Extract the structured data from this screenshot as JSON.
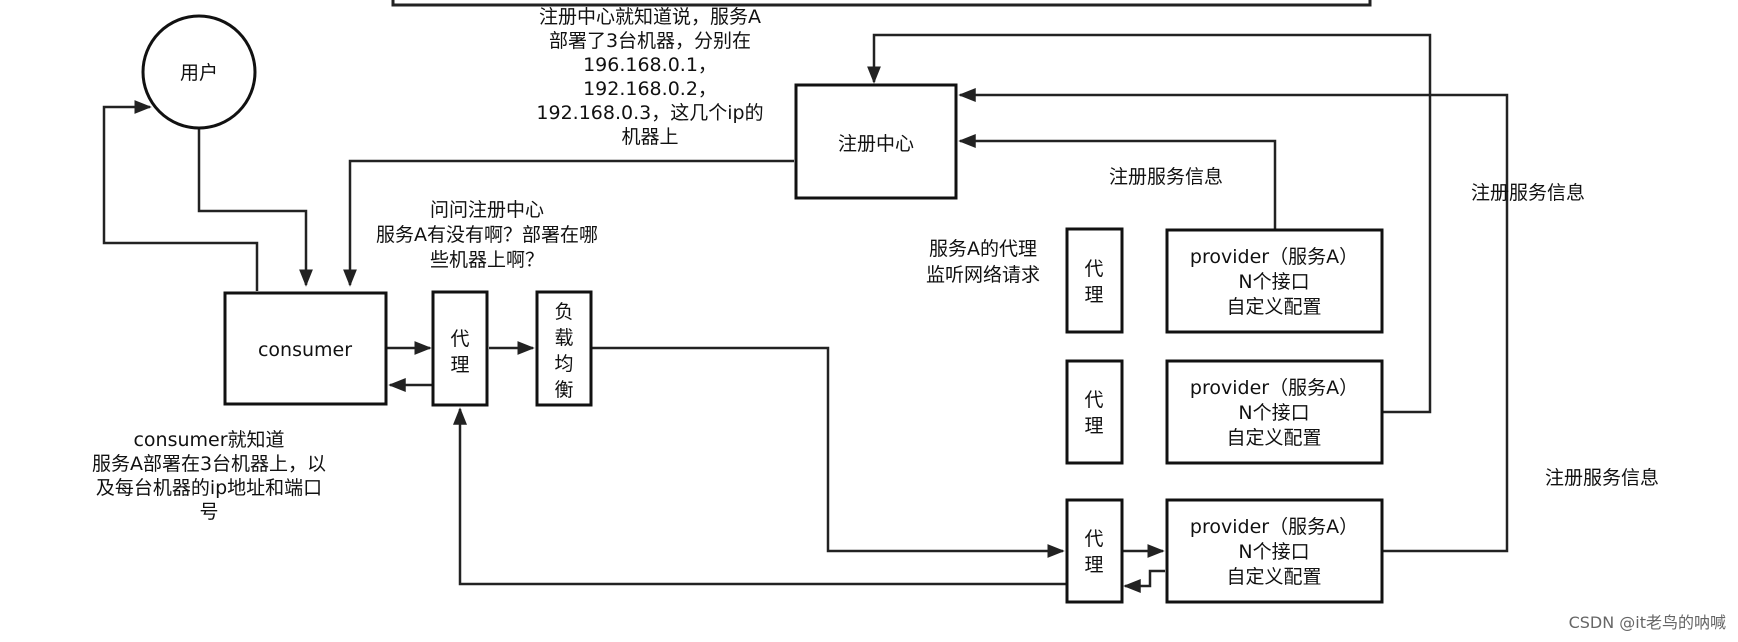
{
  "nodes": {
    "user": "用户",
    "consumer": "consumer",
    "proxy_consumer": [
      "代",
      "理"
    ],
    "load_balancer": [
      "负",
      "载",
      "均",
      "衡"
    ],
    "registry": "注册中心",
    "proxy_provider_1": [
      "代",
      "理"
    ],
    "proxy_provider_2": [
      "代",
      "理"
    ],
    "proxy_provider_3": [
      "代",
      "理"
    ],
    "provider_1": [
      "provider（服务A）",
      "N个接口",
      "自定义配置"
    ],
    "provider_2": [
      "provider（服务A）",
      "N个接口",
      "自定义配置"
    ],
    "provider_3": [
      "provider（服务A）",
      "N个接口",
      "自定义配置"
    ]
  },
  "annotations": {
    "registry_reply": [
      "注册中心就知道说，服务A",
      "部署了3台机器，分别在",
      "196.168.0.1，",
      "192.168.0.2，",
      "192.168.0.3，这几个ip的",
      "机器上"
    ],
    "ask_registry": [
      "问问注册中心",
      "服务A有没有啊？部署在哪",
      "些机器上啊？"
    ],
    "consumer_knows": [
      "consumer就知道",
      "服务A部署在3台机器上，以",
      "及每台机器的ip地址和端口",
      "号"
    ],
    "provider_proxy": [
      "服务A的代理",
      "监听网络请求"
    ],
    "register_info_1": "注册服务信息",
    "register_info_2": "注册服务信息",
    "register_info_3": "注册服务信息"
  },
  "watermark": "CSDN @it老鸟的呐喊"
}
